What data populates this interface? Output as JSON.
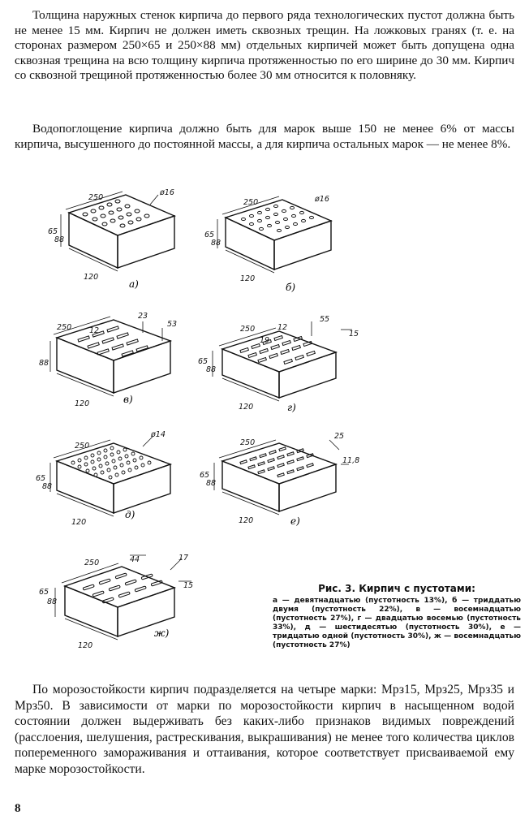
{
  "paragraphs": {
    "p1": "Толщина наружных стенок кирпича до первого ряда технологических пустот должна быть не менее 15 мм. Кирпич не должен иметь сквозных трещин. На ложковых гранях (т. е. на сторонах размером 250×65 и 250×88 мм) отдельных кирпичей может быть допущена одна сквозная трещина на всю толщину кирпича протяженностью по его ширине до 30 мм. Кирпич со сквозной трещиной протяженностью более 30 мм относится к половняку.",
    "p2": "Водопоглощение кирпича должно быть для марок выше 150 не менее 6% от массы кирпича, высушенного до постоянной массы, а для кирпича остальных марок — не менее 8%.",
    "p3": "По морозостойкости кирпич подразделяется на четыре марки: Мрз15, Мрз25, Мрз35 и Мрз50. В зависимости от марки по морозостойкости кирпич в насыщенном водой состоянии должен выдерживать без каких-либо признаков видимых повреждений (расслоения, шелушения, растрескивания, выкрашивания) не менее того количества циклов попеременного замораживания и оттаивания, которое соответствует присваиваемой ему марке морозостойкости."
  },
  "figure": {
    "caption_title": "Рис. 3. Кирпич с пустотами:",
    "caption_text": "а — девятнадцатью (пустотность 13%), б — триддатью двумя (пустотность 22%), в — восемнадцатью (пустотность 27%), г — двадцатью восемью (пустотность 33%), д — шестидесятью (пустотность 30%), е — тридцатью одной (пустотность 30%), ж — восемнадцатью (пустотность 27%)",
    "bricks": [
      {
        "label": "а)",
        "dims": [
          "250",
          "65",
          "88",
          "120",
          "ø16"
        ]
      },
      {
        "label": "б)",
        "dims": [
          "250",
          "65",
          "88",
          "120",
          "ø16"
        ]
      },
      {
        "label": "в)",
        "dims": [
          "250",
          "12",
          "23",
          "53",
          "88",
          "120"
        ]
      },
      {
        "label": "г)",
        "dims": [
          "250",
          "12",
          "19",
          "55",
          "65",
          "88",
          "120",
          "15"
        ]
      },
      {
        "label": "д)",
        "dims": [
          "250",
          "ø14",
          "65",
          "88",
          "120"
        ]
      },
      {
        "label": "е)",
        "dims": [
          "250",
          "25",
          "65",
          "88",
          "11,8",
          "120"
        ]
      },
      {
        "label": "ж)",
        "dims": [
          "250",
          "44",
          "17",
          "65",
          "88",
          "15",
          "120"
        ]
      }
    ]
  },
  "page_number": "8"
}
